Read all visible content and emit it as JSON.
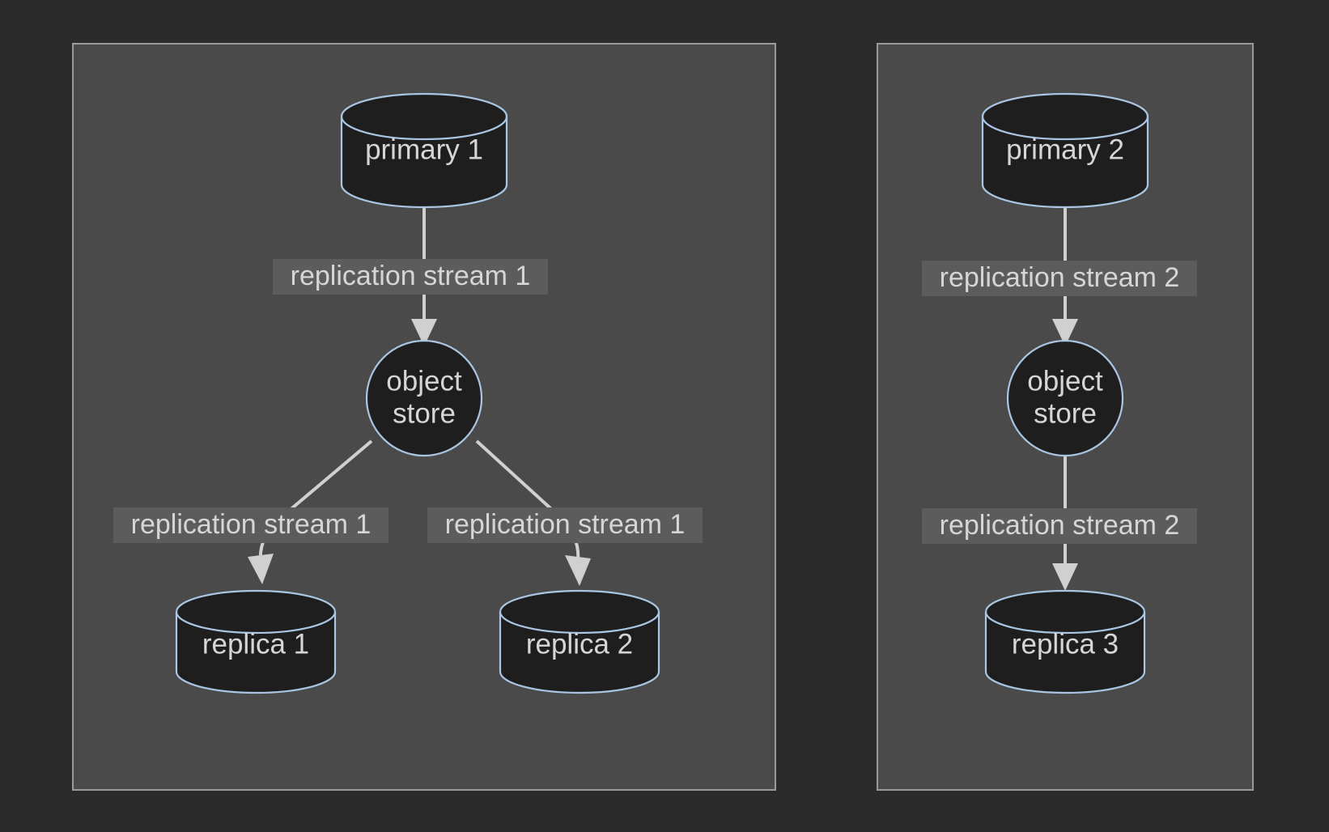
{
  "diagram": {
    "background_color": "#2b2b2b",
    "cluster_fill": "#4a4a4a",
    "cluster_stroke": "#9a9a9a",
    "node_fill": "#1e1e1e",
    "node_stroke": "#a9c7e4",
    "edge_color": "#d0d0d0",
    "label_bg_color": "#5c5c5c",
    "text_color": "#d6d6d6",
    "clusters": [
      {
        "id": "cluster-1",
        "nodes": {
          "primary": "primary 1",
          "object_store_line1": "object",
          "object_store_line2": "store",
          "replica_left": "replica 1",
          "replica_right": "replica 2"
        },
        "edge_labels": {
          "primary_to_store": "replication stream 1",
          "store_to_replica_left": "replication stream 1",
          "store_to_replica_right": "replication stream 1"
        }
      },
      {
        "id": "cluster-2",
        "nodes": {
          "primary": "primary 2",
          "object_store_line1": "object",
          "object_store_line2": "store",
          "replica": "replica 3"
        },
        "edge_labels": {
          "primary_to_store": "replication stream 2",
          "store_to_replica": "replication stream 2"
        }
      }
    ]
  }
}
